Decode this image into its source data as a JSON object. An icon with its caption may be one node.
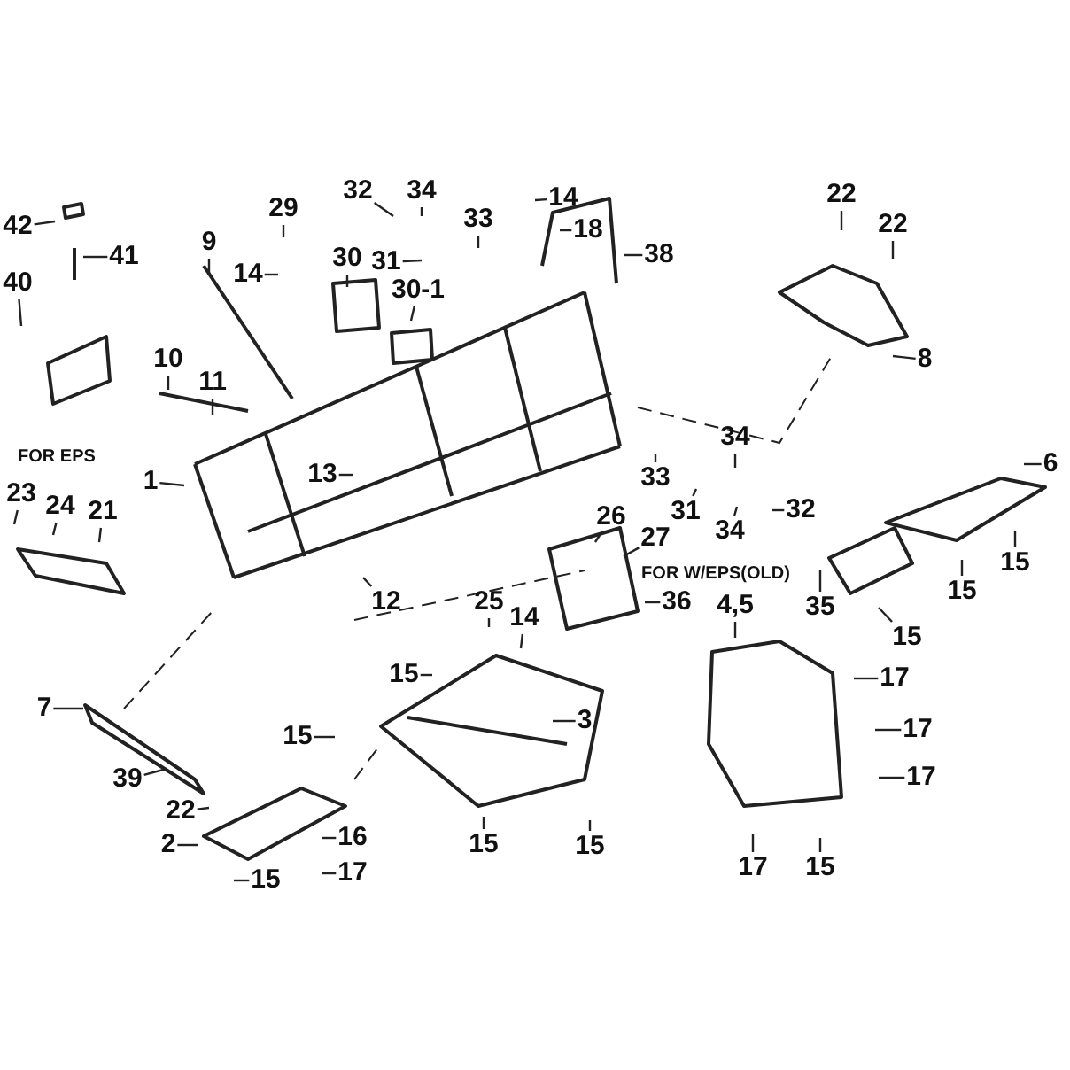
{
  "diagram": {
    "nodes": [
      {
        "text": [
          "42"
        ]
      },
      {
        "text": [
          "41"
        ]
      },
      {
        "text": [
          "40"
        ]
      },
      {
        "text": [
          "9"
        ]
      },
      {
        "text": [
          "29"
        ]
      },
      {
        "text": [
          "14"
        ]
      },
      {
        "text": [
          "30"
        ]
      },
      {
        "text": [
          "32"
        ]
      },
      {
        "text": [
          "34"
        ]
      },
      {
        "text": [
          "33"
        ]
      },
      {
        "text": [
          "31"
        ]
      },
      {
        "text": [
          "30-1"
        ]
      },
      {
        "text": [
          "14"
        ]
      },
      {
        "text": [
          "18"
        ]
      },
      {
        "text": [
          "38"
        ]
      },
      {
        "text": [
          "22"
        ]
      },
      {
        "text": [
          "22"
        ]
      },
      {
        "text": [
          "8"
        ]
      },
      {
        "text": [
          "10"
        ]
      },
      {
        "text": [
          "11"
        ]
      },
      {
        "text": [
          "1"
        ]
      },
      {
        "text": [
          "13"
        ]
      },
      {
        "text": [
          "23"
        ]
      },
      {
        "text": [
          "24"
        ]
      },
      {
        "text": [
          "21"
        ]
      },
      {
        "text": [
          "26"
        ]
      },
      {
        "text": [
          "27"
        ]
      },
      {
        "text": [
          "33"
        ]
      },
      {
        "text": [
          "34"
        ]
      },
      {
        "text": [
          "31"
        ]
      },
      {
        "text": [
          "34"
        ]
      },
      {
        "text": [
          "32"
        ]
      },
      {
        "text": [
          "6"
        ]
      },
      {
        "text": [
          "15"
        ]
      },
      {
        "text": [
          "15"
        ]
      },
      {
        "text": [
          "35"
        ]
      },
      {
        "text": [
          "15"
        ]
      },
      {
        "text": [
          "36"
        ]
      },
      {
        "text": [
          "4,5"
        ]
      },
      {
        "text": [
          "12"
        ]
      },
      {
        "text": [
          "25"
        ]
      },
      {
        "text": [
          "14"
        ]
      },
      {
        "text": [
          "15"
        ]
      },
      {
        "text": [
          "3"
        ]
      },
      {
        "text": [
          "15"
        ]
      },
      {
        "text": [
          "17"
        ]
      },
      {
        "text": [
          "17"
        ]
      },
      {
        "text": [
          "17"
        ]
      },
      {
        "text": [
          "7"
        ]
      },
      {
        "text": [
          "39"
        ]
      },
      {
        "text": [
          "22"
        ]
      },
      {
        "text": [
          "15"
        ]
      },
      {
        "text": [
          "2"
        ]
      },
      {
        "text": [
          "16"
        ]
      },
      {
        "text": [
          "17"
        ]
      },
      {
        "text": [
          "15"
        ]
      },
      {
        "text": [
          "15"
        ]
      },
      {
        "text": [
          "17"
        ]
      },
      {
        "text": [
          "15"
        ]
      }
    ],
    "edges": [
      {
        "from": 0,
        "to": null,
        "arrow": "none"
      },
      {
        "from": 1,
        "to": null,
        "arrow": "none"
      },
      {
        "from": 2,
        "to": null,
        "arrow": "none"
      },
      {
        "from": 3,
        "to": null,
        "arrow": "none"
      },
      {
        "from": 4,
        "to": null,
        "arrow": "none"
      },
      {
        "from": 5,
        "to": null,
        "arrow": "none"
      },
      {
        "from": 6,
        "to": null,
        "arrow": "none"
      },
      {
        "from": 7,
        "to": null,
        "arrow": "none"
      },
      {
        "from": 8,
        "to": null,
        "arrow": "none"
      },
      {
        "from": 9,
        "to": null,
        "arrow": "none"
      },
      {
        "from": 10,
        "to": null,
        "arrow": "none"
      },
      {
        "from": 11,
        "to": null,
        "arrow": "none"
      },
      {
        "from": 12,
        "to": null,
        "arrow": "none"
      },
      {
        "from": 13,
        "to": null,
        "arrow": "none"
      },
      {
        "from": 14,
        "to": null,
        "arrow": "none"
      },
      {
        "from": 15,
        "to": null,
        "arrow": "none"
      },
      {
        "from": 16,
        "to": null,
        "arrow": "none"
      },
      {
        "from": 17,
        "to": null,
        "arrow": "none"
      },
      {
        "from": 18,
        "to": null,
        "arrow": "none"
      },
      {
        "from": 19,
        "to": null,
        "arrow": "none"
      },
      {
        "from": 20,
        "to": null,
        "arrow": "none"
      },
      {
        "from": 21,
        "to": null,
        "arrow": "none"
      },
      {
        "from": 22,
        "to": null,
        "arrow": "none"
      },
      {
        "from": 23,
        "to": null,
        "arrow": "none"
      },
      {
        "from": 24,
        "to": null,
        "arrow": "none"
      },
      {
        "from": 25,
        "to": null,
        "arrow": "none"
      },
      {
        "from": 26,
        "to": null,
        "arrow": "none"
      },
      {
        "from": 27,
        "to": null,
        "arrow": "none"
      },
      {
        "from": 28,
        "to": null,
        "arrow": "none"
      },
      {
        "from": 29,
        "to": null,
        "arrow": "none"
      },
      {
        "from": 30,
        "to": null,
        "arrow": "none"
      },
      {
        "from": 31,
        "to": null,
        "arrow": "none"
      },
      {
        "from": 32,
        "to": null,
        "arrow": "none"
      },
      {
        "from": 33,
        "to": null,
        "arrow": "none"
      },
      {
        "from": 34,
        "to": null,
        "arrow": "none"
      },
      {
        "from": 35,
        "to": null,
        "arrow": "none"
      },
      {
        "from": 36,
        "to": null,
        "arrow": "none"
      },
      {
        "from": 37,
        "to": null,
        "arrow": "none"
      },
      {
        "from": 38,
        "to": null,
        "arrow": "none"
      },
      {
        "from": 39,
        "to": null,
        "arrow": "none"
      },
      {
        "from": 40,
        "to": null,
        "arrow": "none"
      },
      {
        "from": 41,
        "to": null,
        "arrow": "none"
      },
      {
        "from": 42,
        "to": null,
        "arrow": "none"
      },
      {
        "from": 43,
        "to": null,
        "arrow": "none"
      },
      {
        "from": 44,
        "to": null,
        "arrow": "none"
      },
      {
        "from": 45,
        "to": null,
        "arrow": "none"
      },
      {
        "from": 46,
        "to": null,
        "arrow": "none"
      },
      {
        "from": 47,
        "to": null,
        "arrow": "none"
      },
      {
        "from": 48,
        "to": null,
        "arrow": "none"
      },
      {
        "from": 49,
        "to": null,
        "arrow": "none"
      },
      {
        "from": 50,
        "to": null,
        "arrow": "none"
      },
      {
        "from": 51,
        "to": null,
        "arrow": "none"
      },
      {
        "from": 52,
        "to": null,
        "arrow": "none"
      },
      {
        "from": 53,
        "to": null,
        "arrow": "none"
      },
      {
        "from": 54,
        "to": null,
        "arrow": "none"
      },
      {
        "from": 55,
        "to": null,
        "arrow": "none"
      },
      {
        "from": 56,
        "to": null,
        "arrow": "none"
      },
      {
        "from": 57,
        "to": null,
        "arrow": "none"
      },
      {
        "from": 58,
        "to": null,
        "arrow": "none"
      }
    ],
    "labels": [
      "FOR EPS",
      "FOR W/EPS(OLD)"
    ]
  }
}
